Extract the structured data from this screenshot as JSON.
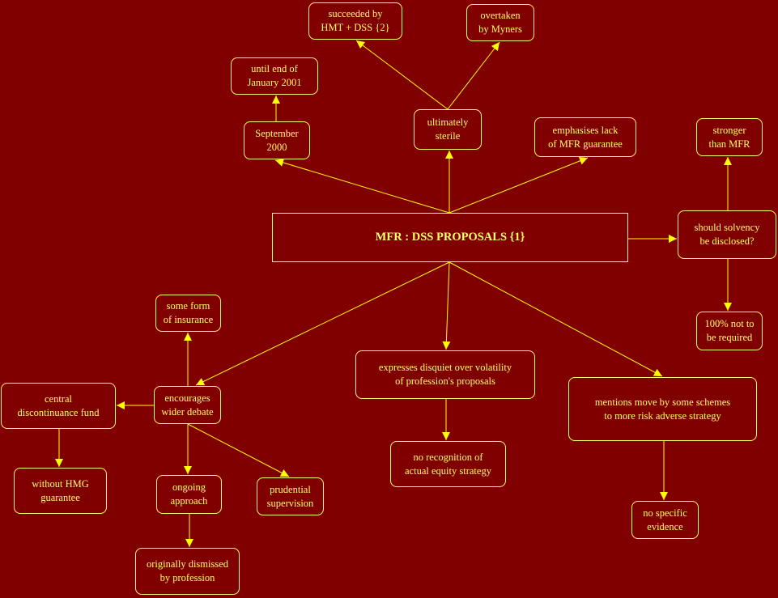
{
  "colors": {
    "background": "#800000",
    "foreground": "#ffff66",
    "arrow": "#ffff00"
  },
  "nodes": {
    "root": "MFR : DSS PROPOSALS {1}",
    "succeeded": "succeeded by\nHMT + DSS {2}",
    "overtaken": "overtaken\nby Myners",
    "until_end": "until end of\nJanuary 2001",
    "september": "September\n2000",
    "sterile": "ultimately\nsterile",
    "emphasises": "emphasises lack\nof MFR guarantee",
    "stronger": "stronger\nthan MFR",
    "solvency": "should solvency\nbe disclosed?",
    "not_required": "100% not to\nbe required",
    "insurance": "some form\nof insurance",
    "central_fund": "central\ndiscontinuance fund",
    "debate": "encourages\nwider debate",
    "hmg": "without HMG\nguarantee",
    "ongoing": "ongoing\napproach",
    "prudential": "prudential\nsupervision",
    "dismissed": "originally dismissed\nby profession",
    "disquiet": "expresses disquiet over volatility\nof profession's proposals",
    "no_recognition": "no recognition of\nactual equity strategy",
    "mentions": "mentions move by some schemes\nto more risk adverse strategy",
    "no_evidence": "no specific\nevidence"
  }
}
